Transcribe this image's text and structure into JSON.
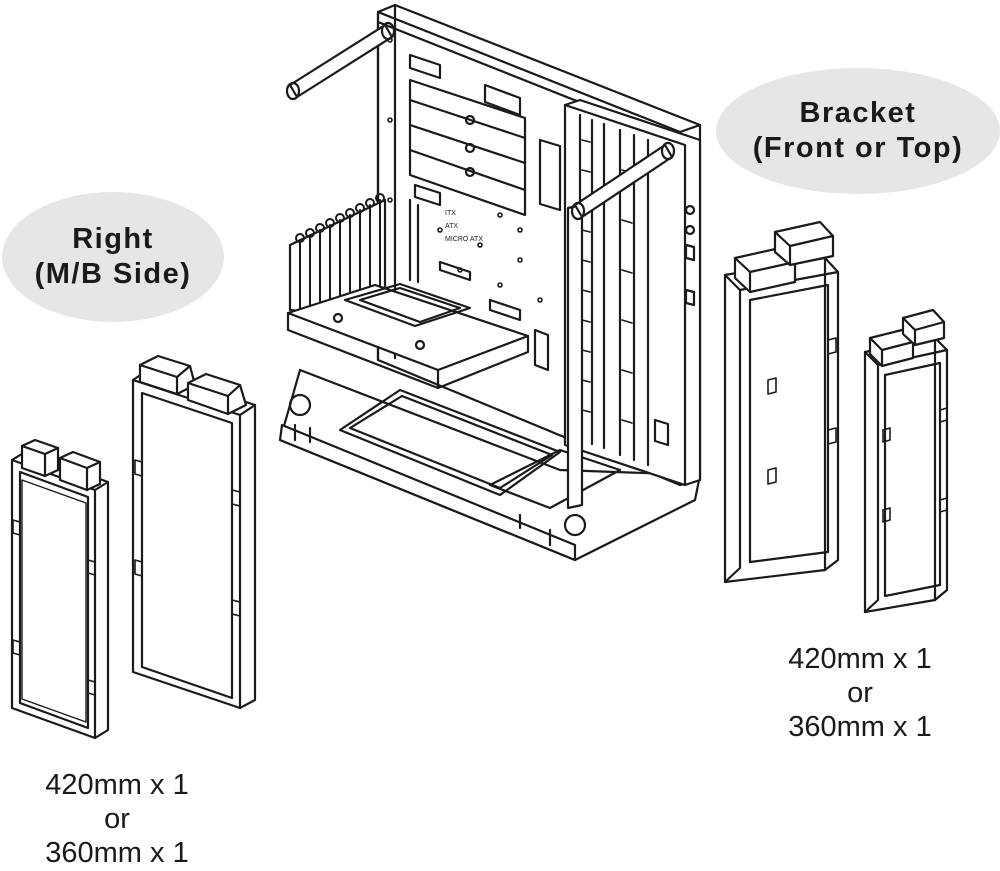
{
  "colors": {
    "line": "#1a1a1a",
    "bubble": "#e6e6e6",
    "background": "#ffffff"
  },
  "labels": {
    "right_side": {
      "line1": "Right",
      "line2": "(M/B Side)"
    },
    "bracket": {
      "line1": "Bracket",
      "line2": "(Front or Top)"
    }
  },
  "captions": {
    "left": {
      "line1": "420mm x 1",
      "line2": "or",
      "line3": "360mm x 1"
    },
    "right": {
      "line1": "420mm x 1",
      "line2": "or",
      "line3": "360mm x 1"
    }
  },
  "case_markings": {
    "itx": "ITX",
    "atx": "ATX",
    "micro_atx": "MICRO ATX"
  },
  "icons": [
    "pc-case-illustration",
    "radiator-420-illustration",
    "radiator-360-illustration"
  ]
}
